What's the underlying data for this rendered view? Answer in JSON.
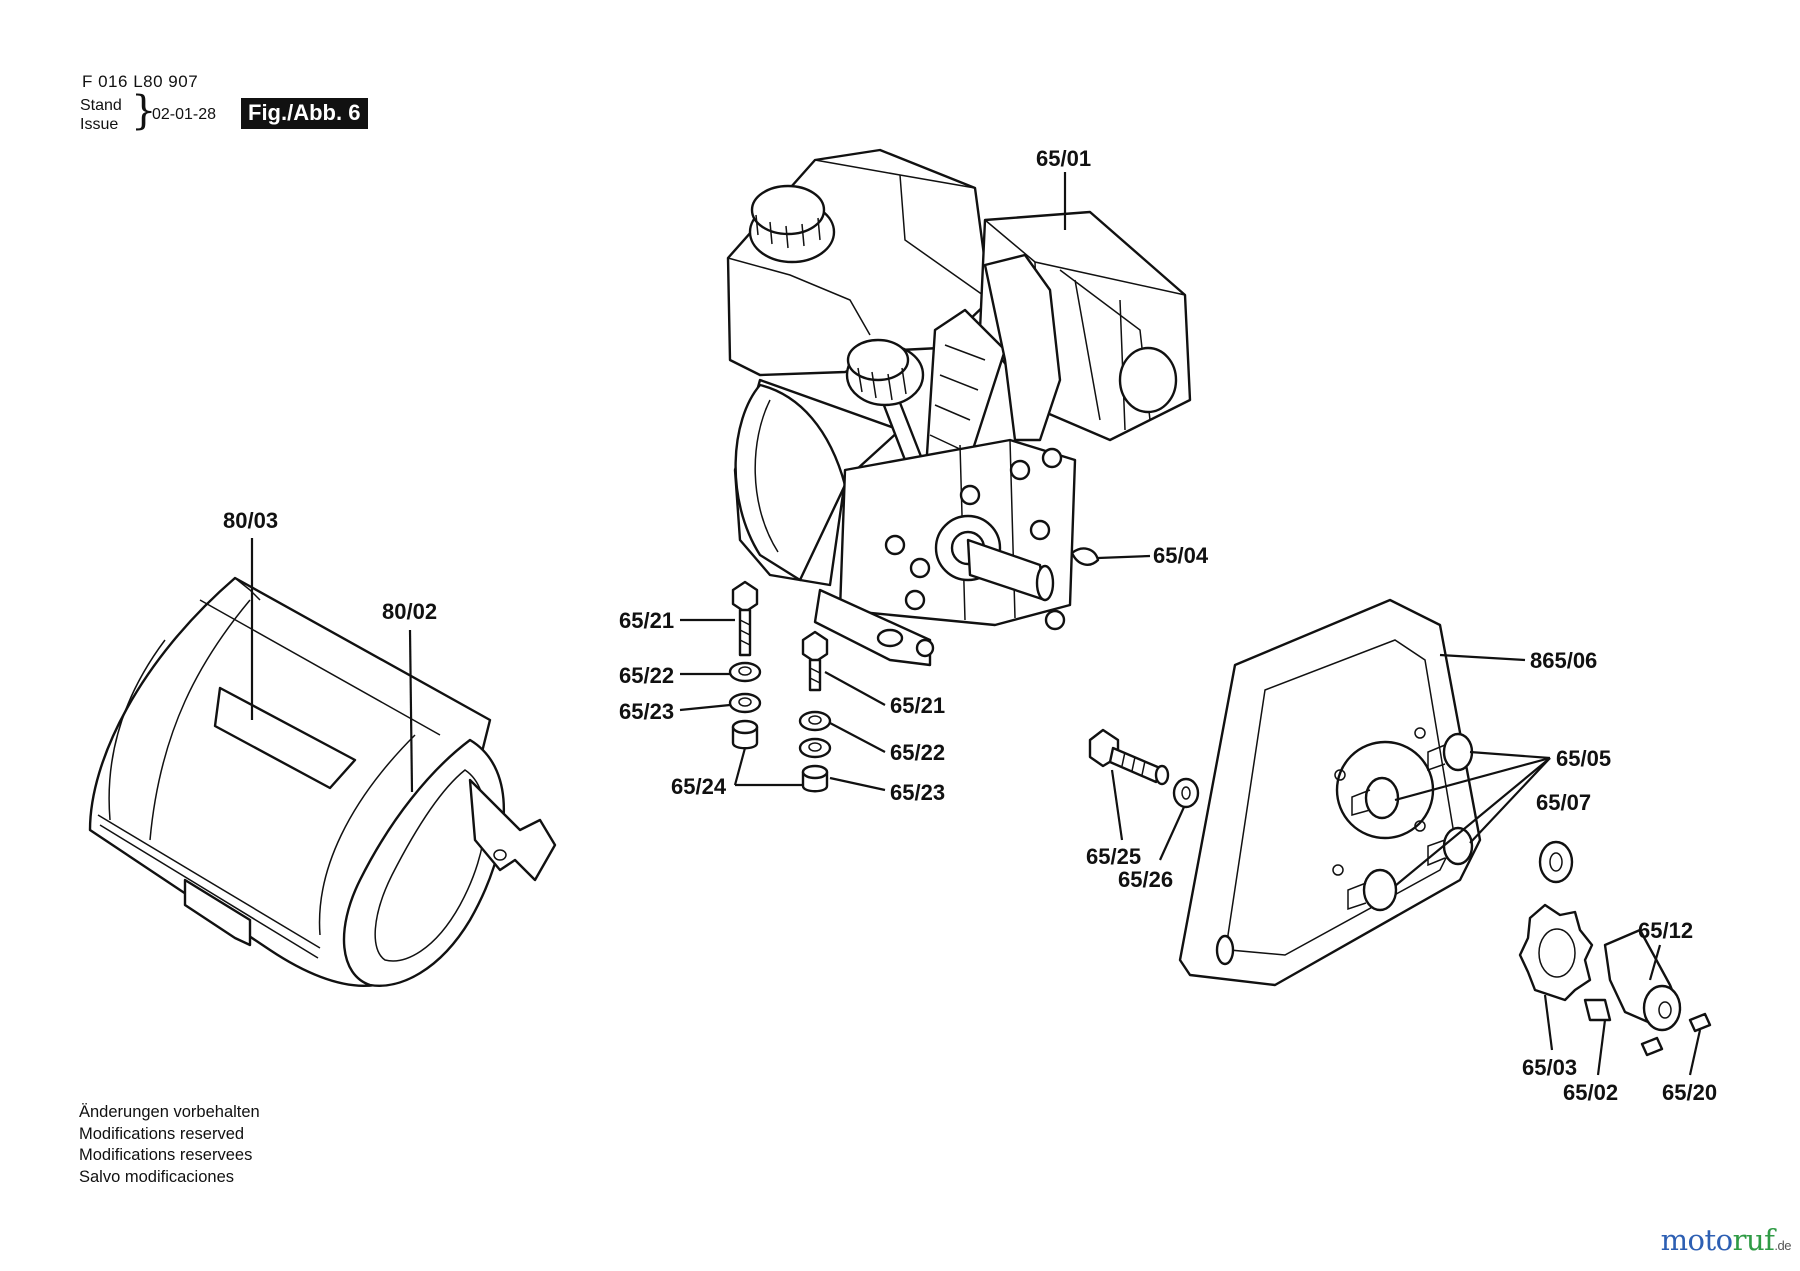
{
  "header": {
    "doc_number": "F 016 L80 907",
    "stand_label": "Stand",
    "issue_label": "Issue",
    "issue_date": "02-01-28",
    "fig_label": "Fig./Abb. 6"
  },
  "modifications": [
    "Änderungen vorbehalten",
    "Modifications reserved",
    "Modifications reservees",
    "Salvo modificaciones"
  ],
  "watermark": {
    "part_a": "moto",
    "part_b": "ruf",
    "tld": ".de"
  },
  "part_labels": [
    "65/01",
    "80/03",
    "80/02",
    "65/04",
    "65/21",
    "65/22",
    "65/23",
    "65/24",
    "65/21",
    "65/22",
    "65/23",
    "865/06",
    "65/05",
    "65/07",
    "65/25",
    "65/26",
    "65/12",
    "65/03",
    "65/02",
    "65/20"
  ],
  "colors": {
    "ink": "#111111",
    "watermark_blue": "#2d5fb3",
    "watermark_green": "#2f9b45"
  }
}
